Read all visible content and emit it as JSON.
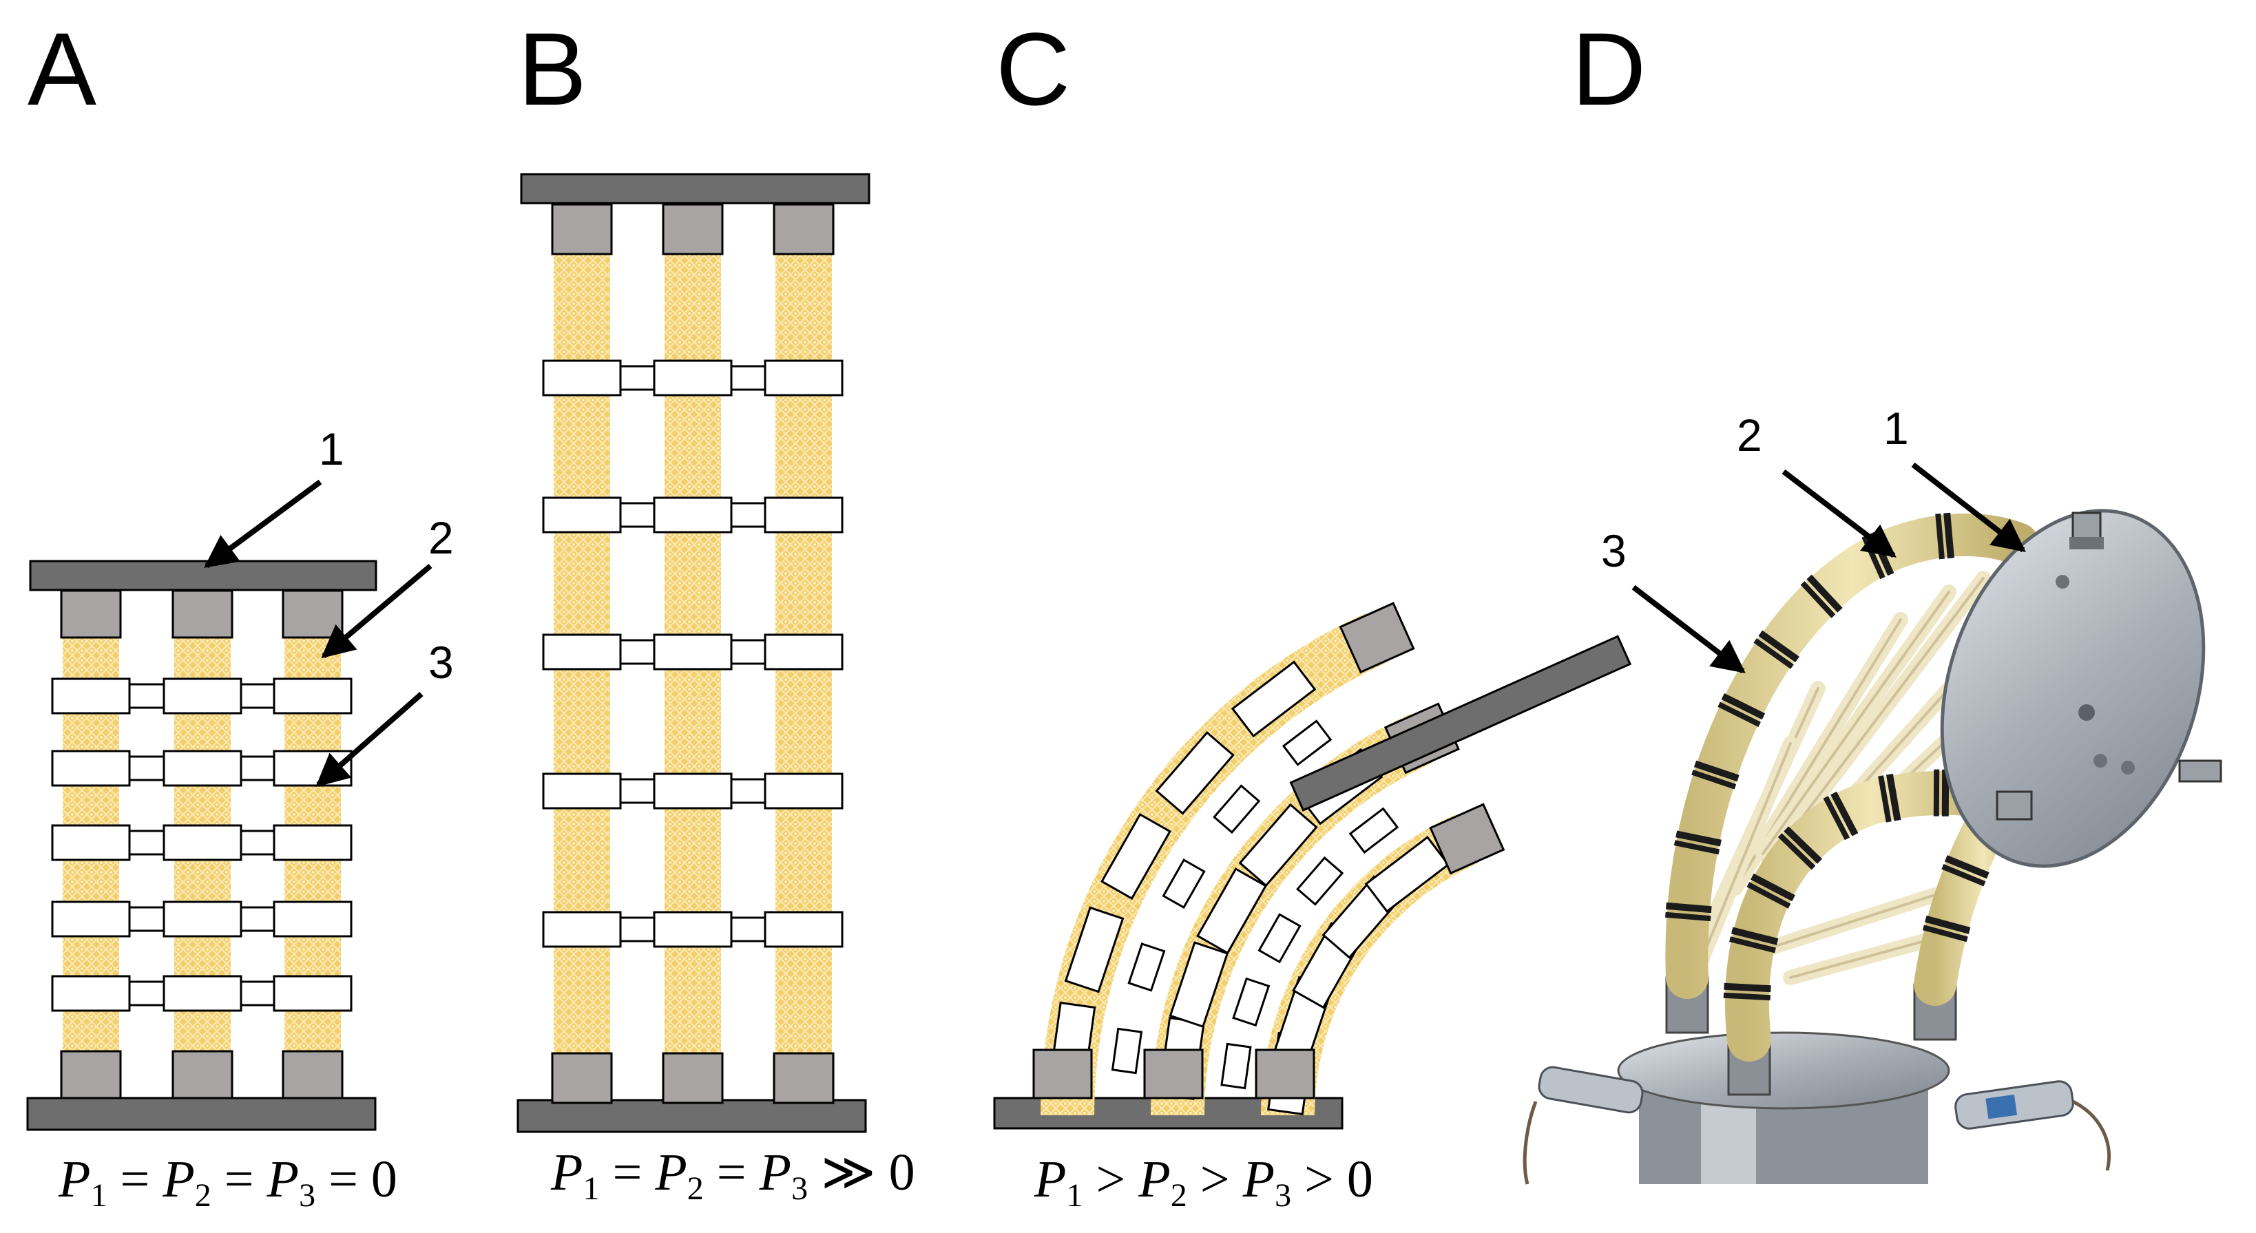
{
  "panels": [
    {
      "letter": "A",
      "equation": {
        "parts": [
          "P",
          "1",
          " = ",
          "P",
          "2",
          " = ",
          "P",
          "3",
          " = 0"
        ]
      }
    },
    {
      "letter": "B",
      "equation": {
        "parts": [
          "P",
          "1",
          " = ",
          "P",
          "2",
          " = ",
          "P",
          "3",
          " ≫ 0"
        ]
      }
    },
    {
      "letter": "C",
      "equation": {
        "parts": [
          "P",
          "1",
          " > ",
          "P",
          "2",
          " > ",
          "P",
          "3",
          " > 0"
        ]
      }
    },
    {
      "letter": "D"
    }
  ],
  "callouts": {
    "A": [
      "1",
      "2",
      "3"
    ],
    "D": [
      "1",
      "2",
      "3"
    ]
  },
  "colors": {
    "plate": "#6e6e6e",
    "cap": "#a8a4a4",
    "muscle": "#f3cf6b",
    "muscle_light": "#fbe9b4",
    "ring": "#ffffff",
    "outline": "#000000",
    "metal": "#b9bdc2",
    "sleeve": "#e9dca3"
  }
}
